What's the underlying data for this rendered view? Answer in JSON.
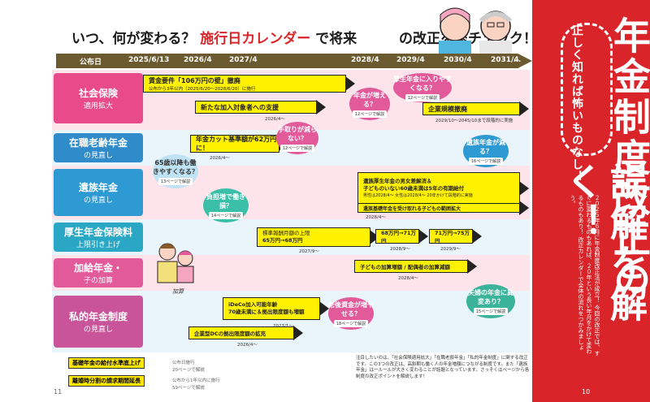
{
  "headline": {
    "part1": "いつ、何が変わる？",
    "red": "施行日カレンダー",
    "part2": "で将来",
    "part3": "の改正を総チェック！"
  },
  "timeline": {
    "label": "公布日",
    "dates": [
      "2025/6/13",
      "2026/4",
      "2027/4",
      "2028/4",
      "2029/4",
      "2030/4",
      "2031/4",
      "…"
    ]
  },
  "rows": [
    {
      "title": "社会保険",
      "sub": "適用拡大",
      "color": "#e84a8a"
    },
    {
      "title": "在職老齢年金",
      "sub": "の見直し",
      "color": "#2f8bc9"
    },
    {
      "title": "遺族年金",
      "sub": "の見直し",
      "color": "#2d9ad3"
    },
    {
      "title": "厚生年金保険料",
      "sub": "上限引き上げ",
      "color": "#29a7c4"
    },
    {
      "title": "加給年金・",
      "sub": "子の加算",
      "color": "#e35a9b"
    },
    {
      "title": "私的年金制度",
      "sub": "の見直し",
      "color": "#c9549a"
    }
  ],
  "arrows": {
    "a1": "賃金要件「106万円の壁」撤廃",
    "a1sub": "公布から3年以内（2025/6/20〜2028/6/20）に施行",
    "a2": "新たな加入対象者への支援",
    "a2sub": "2026/4〜",
    "a3": "企業規模撤廃",
    "a3sub": "2029/10〜2045/10まで段階的に実施",
    "a4": "年金カット基準額が62万円に！",
    "a4sub": "2026/4〜",
    "a5": "遺族厚生年金の男女差解消＆",
    "a5b": "子どものいない60歳未満は5年の有期給付",
    "a5c": "男性は2028/4〜 女性は2028/4〜 20年かけて段階的に実施",
    "a5d": "遺族基礎年金を受け取れる子どもの範囲拡大",
    "a5dsub": "2028/4〜",
    "a6": "標準報酬月額の上限",
    "a6b": "65万円→68万円",
    "a6sub": "2027/9〜",
    "a7": "68万円→71万円",
    "a7sub": "2028/9〜",
    "a8": "71万円→75万円",
    "a8sub": "2029/9〜",
    "a9": "子どもの加算増額 / 配偶者の加算減額",
    "a9sub": "2028/4〜",
    "a10": "iDeCo加入可能年齢",
    "a10b": "70歳未満に＆拠出限度額も増額",
    "a10sub": "2027/1〜",
    "a11": "企業型DCの拠出限度額の拡充",
    "a11sub": "2026/4〜"
  },
  "bubbles": [
    {
      "text": "年金が増える？",
      "page": "12ページで解説",
      "color": "#e35a9b"
    },
    {
      "text": "厚生年金に入りやすくなる？",
      "page": "12ページで解説",
      "color": "#e35a9b"
    },
    {
      "text": "手取りが減らない？",
      "page": "12ページで解説",
      "color": "#e35a9b"
    },
    {
      "text": "65歳以降も働きやすくなる？",
      "page": "13ページで解説",
      "color": "#bfe3f5"
    },
    {
      "text": "遺族年金が減る？",
      "page": "16ページで解説",
      "color": "#2d9ad3"
    },
    {
      "text": "負担増で働き損？",
      "page": "14ページで解説",
      "color": "#3bbfa8"
    },
    {
      "text": "老後資金が増やせる？",
      "page": "18ページで解説",
      "color": "#e35a9b"
    },
    {
      "text": "夫婦の年金に異変あり？",
      "page": "15ページで解説",
      "color": "#3bb39a"
    }
  ],
  "footer": [
    {
      "label": "基礎年金の給付水準底上げ",
      "sub": "公布日施行",
      "page": "20ページで解説"
    },
    {
      "label": "離婚時分割の請求期間延長",
      "sub": "公布から1年以内に施行",
      "page": "59ページで解説"
    }
  ],
  "disclaimer": "注目したいのは、「社会保険適用拡大」「在職老齢年金」「私的年金制度」に関する改正です。この3つの改正は、高齢期も働く人の年金増額につながる制度です。また「遺族年金」は一ルールが大きく変わることが話題となっています。さっそくはページから各制度の改正ポイントを解説します！",
  "right": {
    "lead": "正しく知れば怖いものなし！",
    "title1": "年金制度改正の",
    "title2": "誤解を解く！",
    "body": "２０２５年６月に年金制度改正法が成立！ 今回の改正では、すぐに変わるものもあれば、２０年という長い年月をかけて変わるものもあり！ 改正カレンダーで全体の流れをつかみましょう。"
  },
  "page_left": "11",
  "page_right": "10",
  "illustration_label": "加算"
}
